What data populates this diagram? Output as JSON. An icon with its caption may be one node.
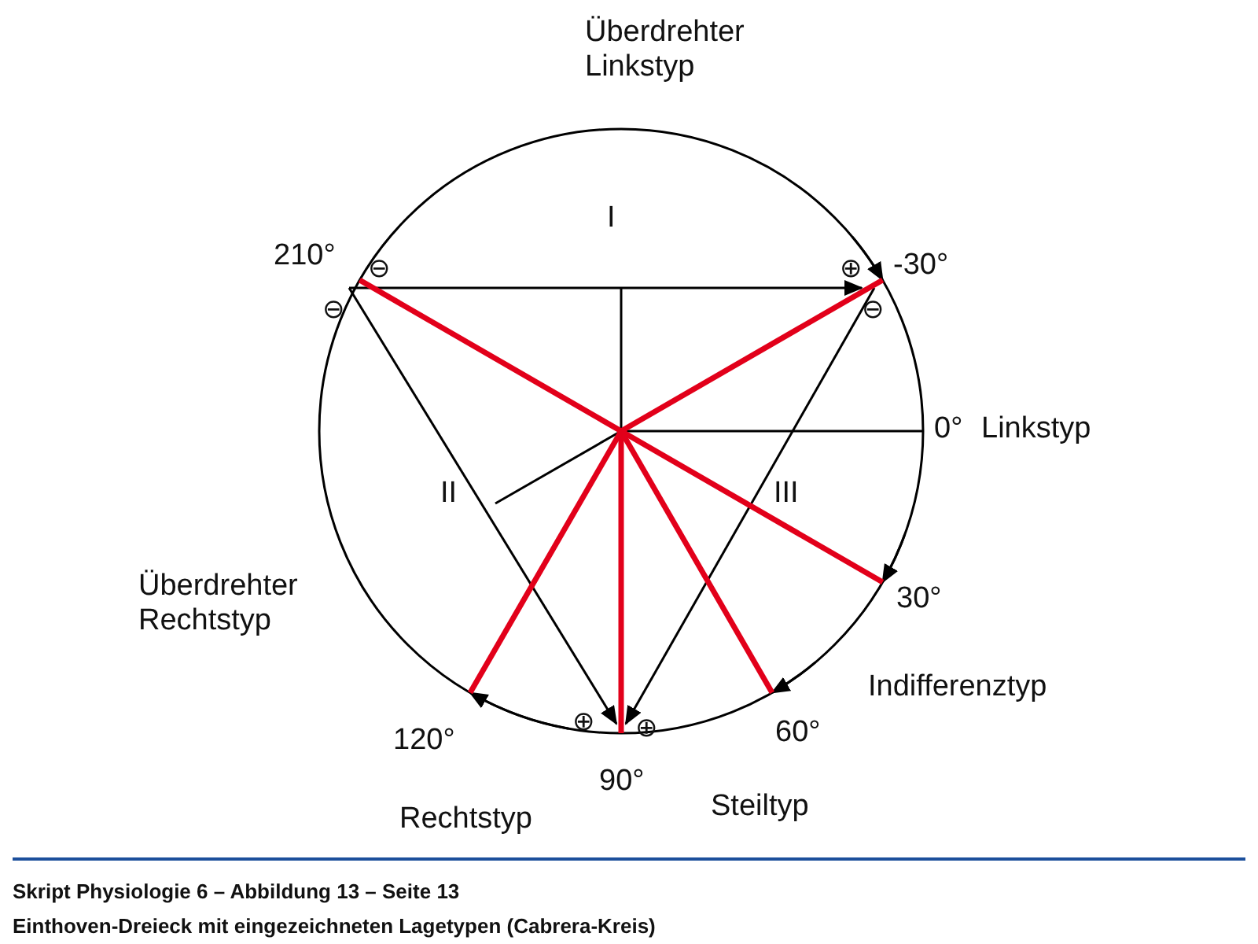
{
  "diagram": {
    "caption": "Einthoven-Dreieck mit eingezeichneten Lagetypen (Cabrera-Kreis)",
    "labels": [
      "Überdrehter Linkstyp",
      "I",
      "210°",
      "⊖",
      "⊕",
      "-30°",
      "⊖",
      "⊖",
      "0°",
      "Linkstyp",
      "II",
      "III",
      "Überdrehter Rechtstyp",
      "30°",
      "Indifferenztyp",
      "120°",
      "⊕",
      "⊕",
      "60°",
      "90°",
      "Rechtstyp",
      "Steiltyp",
      "Skript Physiologie 6 – Abbildung 13 – Seite 13"
    ]
  }
}
